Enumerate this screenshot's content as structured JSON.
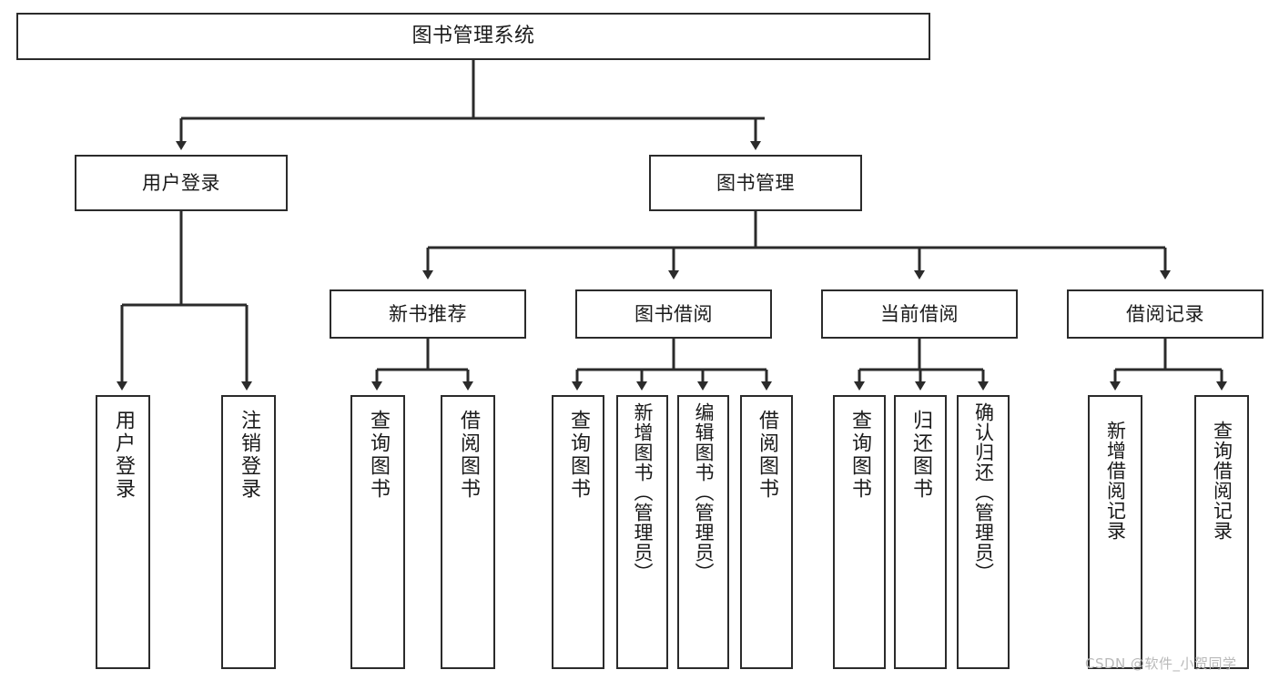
{
  "diagram": {
    "title": "图书管理系统",
    "type": "hierarchy-tree",
    "colors": {
      "stroke": "#2b2b2b",
      "fill": "#ffffff",
      "text": "#1a1a1a",
      "watermark": "#b9b9b9"
    },
    "nodes": {
      "root": {
        "label": "图书管理系统"
      },
      "level1": [
        {
          "label": "用户登录"
        },
        {
          "label": "图书管理"
        }
      ],
      "level2": [
        {
          "label": "新书推荐"
        },
        {
          "label": "图书借阅"
        },
        {
          "label": "当前借阅"
        },
        {
          "label": "借阅记录"
        }
      ],
      "leaves": {
        "user_login": [
          {
            "label": "用户登录"
          },
          {
            "label": "注销登录"
          }
        ],
        "new_book": [
          {
            "label": "查询图书"
          },
          {
            "label": "借阅图书"
          }
        ],
        "book_borrow": [
          {
            "label": "查询图书"
          },
          {
            "label": "新增图书（管理员）"
          },
          {
            "label": "编辑图书（管理员）"
          },
          {
            "label": "借阅图书"
          }
        ],
        "current_borrow": [
          {
            "label": "查询图书"
          },
          {
            "label": "归还图书"
          },
          {
            "label": "确认归还（管理员）"
          }
        ],
        "borrow_record": [
          {
            "label": "新增借阅记录"
          },
          {
            "label": "查询借阅记录"
          }
        ]
      }
    },
    "watermark": "CSDN @软件_小贺同学"
  }
}
